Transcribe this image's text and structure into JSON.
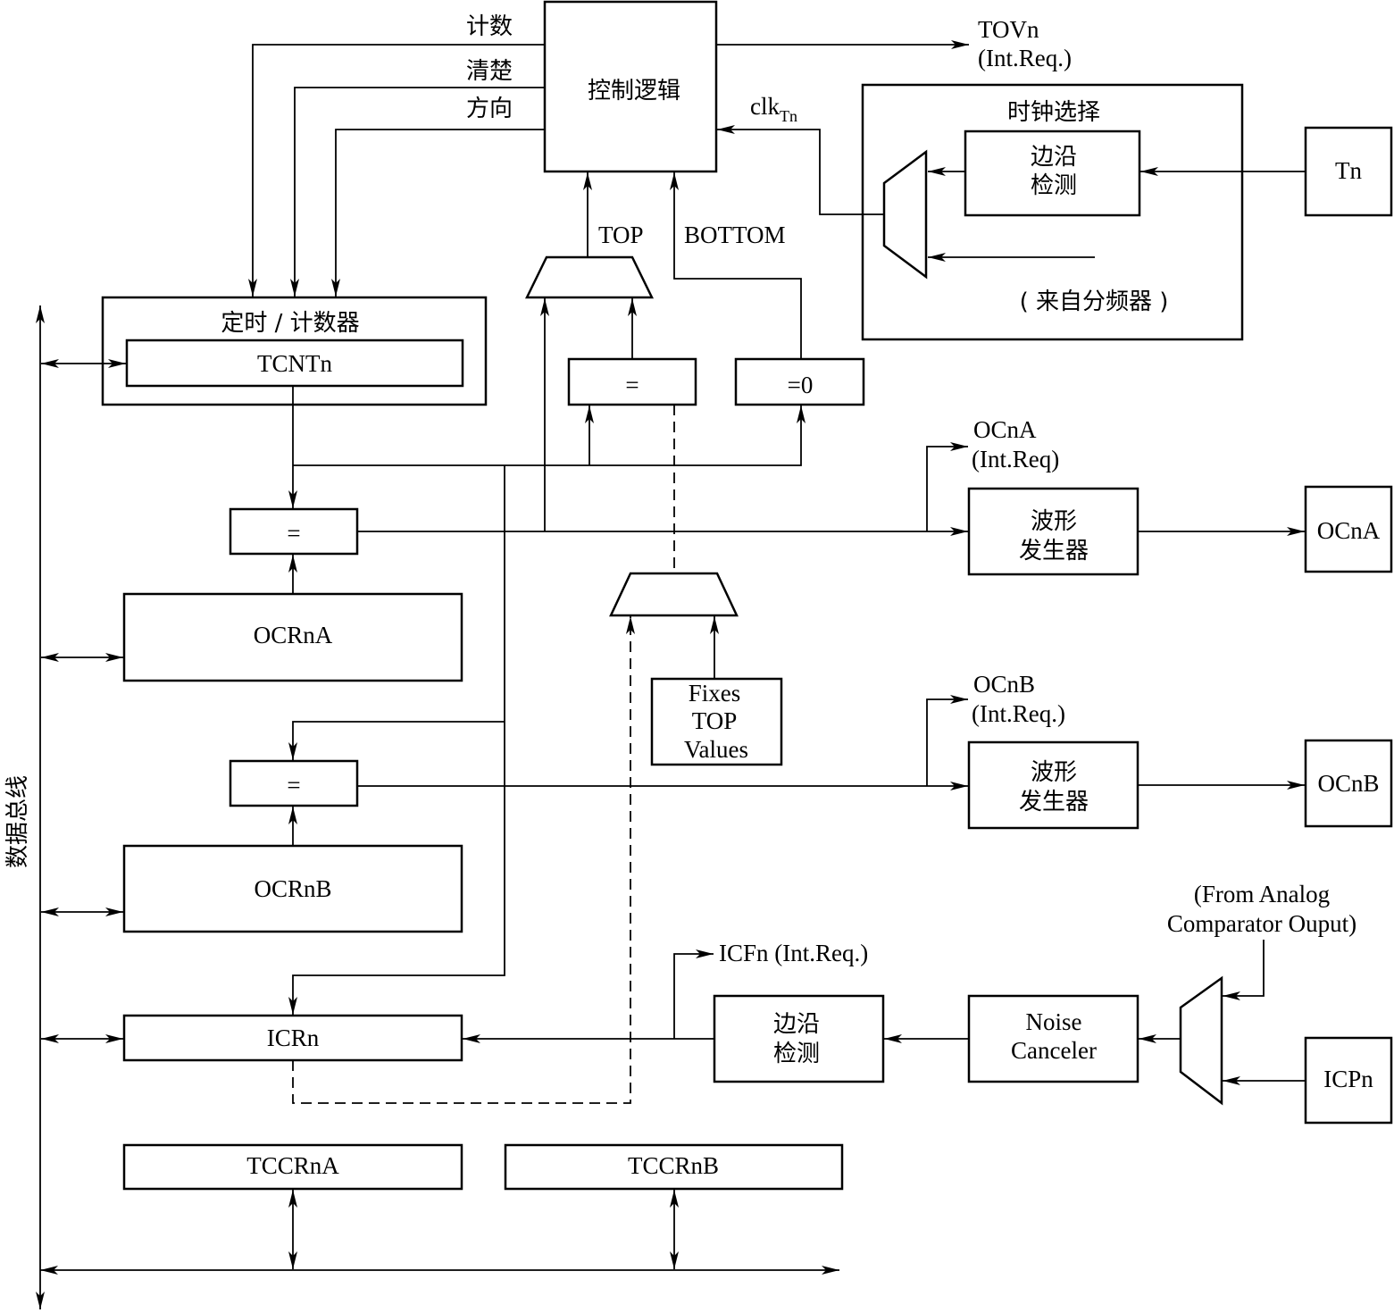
{
  "labels": {
    "count": "计数",
    "clear": "清楚",
    "direction": "方向",
    "control_logic": "控制逻辑",
    "tovn": "TOVn",
    "tovn_req": "(Int.Req.)",
    "clk": "clk",
    "clk_sub": "Tn",
    "clock_select": "时钟选择",
    "edge_detect_1": "边沿",
    "edge_detect_2": "检测",
    "tn": "Tn",
    "from_prescaler": "( 来自分频器 )",
    "top": "TOP",
    "bottom": "BOTTOM",
    "timer_counter": "定时 / 计数器",
    "tcntn": "TCNTn",
    "eq": "=",
    "eq_zero": "=0",
    "ocna_flag": "OCnA",
    "ocna_req": "(Int.Req)",
    "wave_gen_1": "波形",
    "wave_gen_2": "发生器",
    "ocna_pin": "OCnA",
    "ocrna": "OCRnA",
    "fixes_1": "Fixes",
    "fixes_2": "TOP",
    "fixes_3": "Values",
    "ocnb_flag": "OCnB",
    "ocnb_req": "(Int.Req.)",
    "ocnb_pin": "OCnB",
    "ocrnb": "OCRnB",
    "data_bus": "数据总线",
    "icfn": "ICFn (Int.Req.)",
    "icrn": "ICRn",
    "noise_1": "Noise",
    "noise_2": "Canceler",
    "analog_1": "(From Analog",
    "analog_2": "Comparator Ouput)",
    "icpn": "ICPn",
    "tccrna": "TCCRnA",
    "tccrnb": "TCCRnB"
  }
}
